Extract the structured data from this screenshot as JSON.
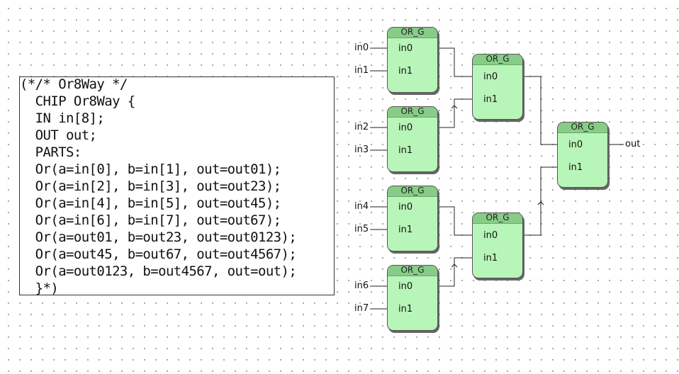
{
  "code": {
    "lines": [
      "(*/* Or8Way */",
      "  CHIP Or8Way {",
      "  IN in[8];",
      "  OUT out;",
      "  PARTS:",
      "  Or(a=in[0], b=in[1], out=out01);",
      "  Or(a=in[2], b=in[3], out=out23);",
      "  Or(a=in[4], b=in[5], out=out45);",
      "  Or(a=in[6], b=in[7], out=out67);",
      "  Or(a=out01, b=out23, out=out0123);",
      "  Or(a=out45, b=out67, out=out4567);",
      "  Or(a=out0123, b=out4567, out=out);",
      "  }*)"
    ]
  },
  "gate_title": "OR_G",
  "pin_a": "in0",
  "pin_b": "in1",
  "inputs": [
    "in0",
    "in1",
    "in2",
    "in3",
    "in4",
    "in5",
    "in6",
    "in7"
  ],
  "output": "out",
  "colors": {
    "gate_fill": "#b8f5b8",
    "gate_header": "#87cc87",
    "wire": "#222222"
  }
}
